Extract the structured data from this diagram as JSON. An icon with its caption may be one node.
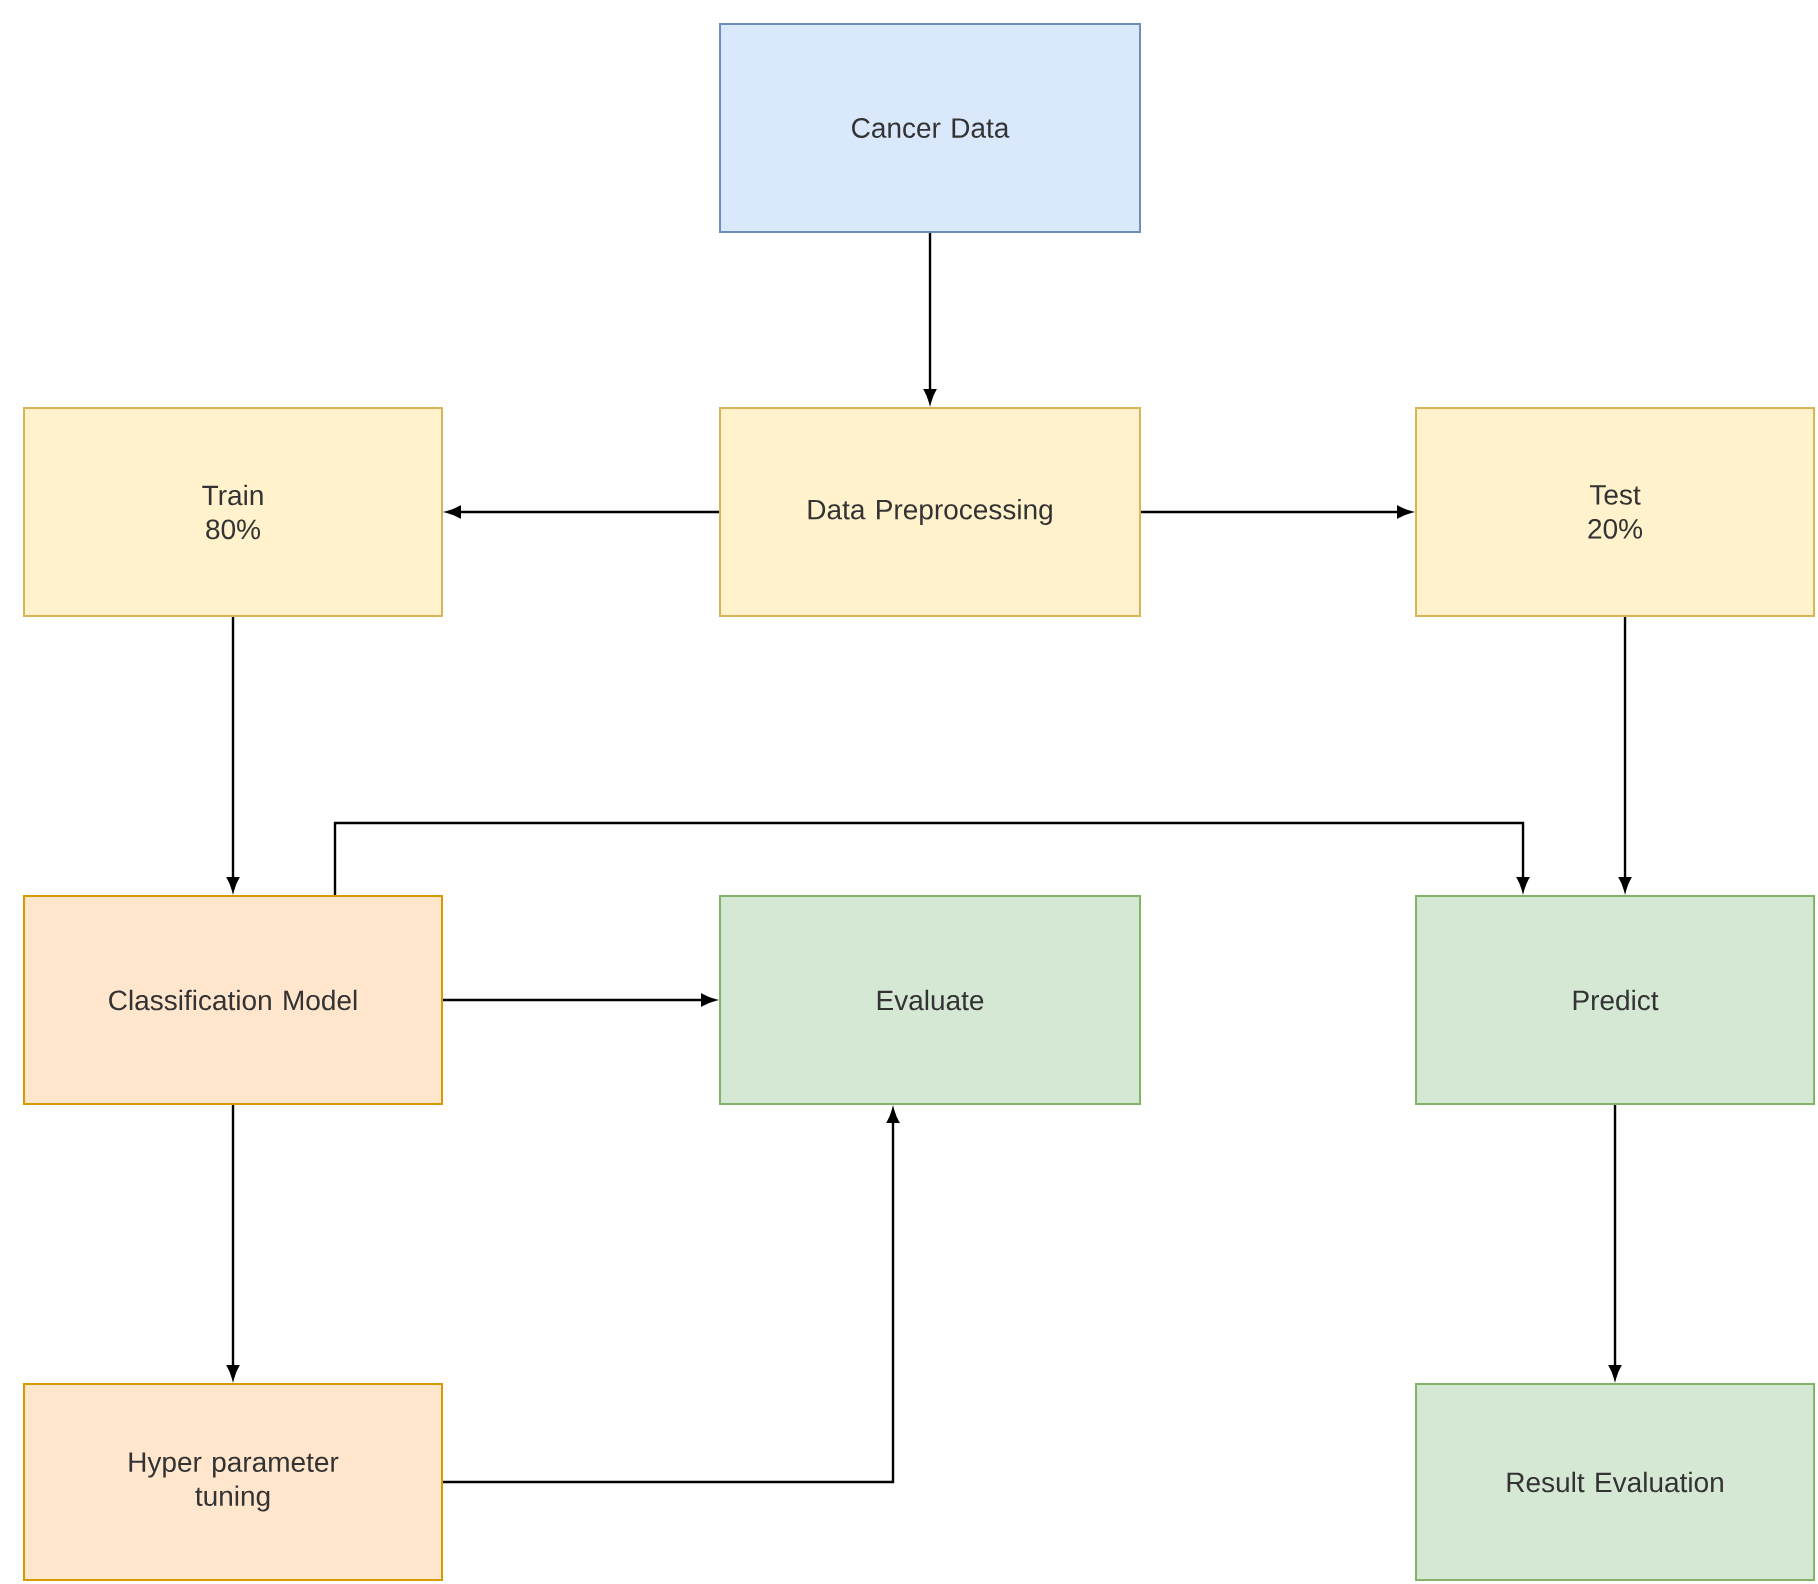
{
  "diagram": {
    "nodes": [
      {
        "text": [
          "Cancer Data"
        ]
      },
      {
        "text": [
          "Train 80%"
        ]
      },
      {
        "text": [
          "Data Preprocessing"
        ]
      },
      {
        "text": [
          "Test 20%"
        ]
      },
      {
        "text": [
          "Classification Model"
        ]
      },
      {
        "text": [
          "Evaluate"
        ]
      },
      {
        "text": [
          "Predict"
        ]
      },
      {
        "text": [
          "Hyper parameter tuning"
        ]
      },
      {
        "text": [
          "Result Evaluation"
        ]
      }
    ],
    "edges": [
      {
        "from": 0,
        "to": 2,
        "arrow": "to"
      },
      {
        "from": 2,
        "to": 1,
        "arrow": "to"
      },
      {
        "from": 2,
        "to": 3,
        "arrow": "to"
      },
      {
        "from": 1,
        "to": 4,
        "arrow": "to"
      },
      {
        "from": 3,
        "to": 6,
        "arrow": "to"
      },
      {
        "from": 4,
        "to": 5,
        "arrow": "to"
      },
      {
        "from": 4,
        "to": 6,
        "arrow": "to"
      },
      {
        "from": 4,
        "to": 7,
        "arrow": "to"
      },
      {
        "from": 7,
        "to": 5,
        "arrow": "to"
      },
      {
        "from": 6,
        "to": 8,
        "arrow": "to"
      }
    ]
  }
}
